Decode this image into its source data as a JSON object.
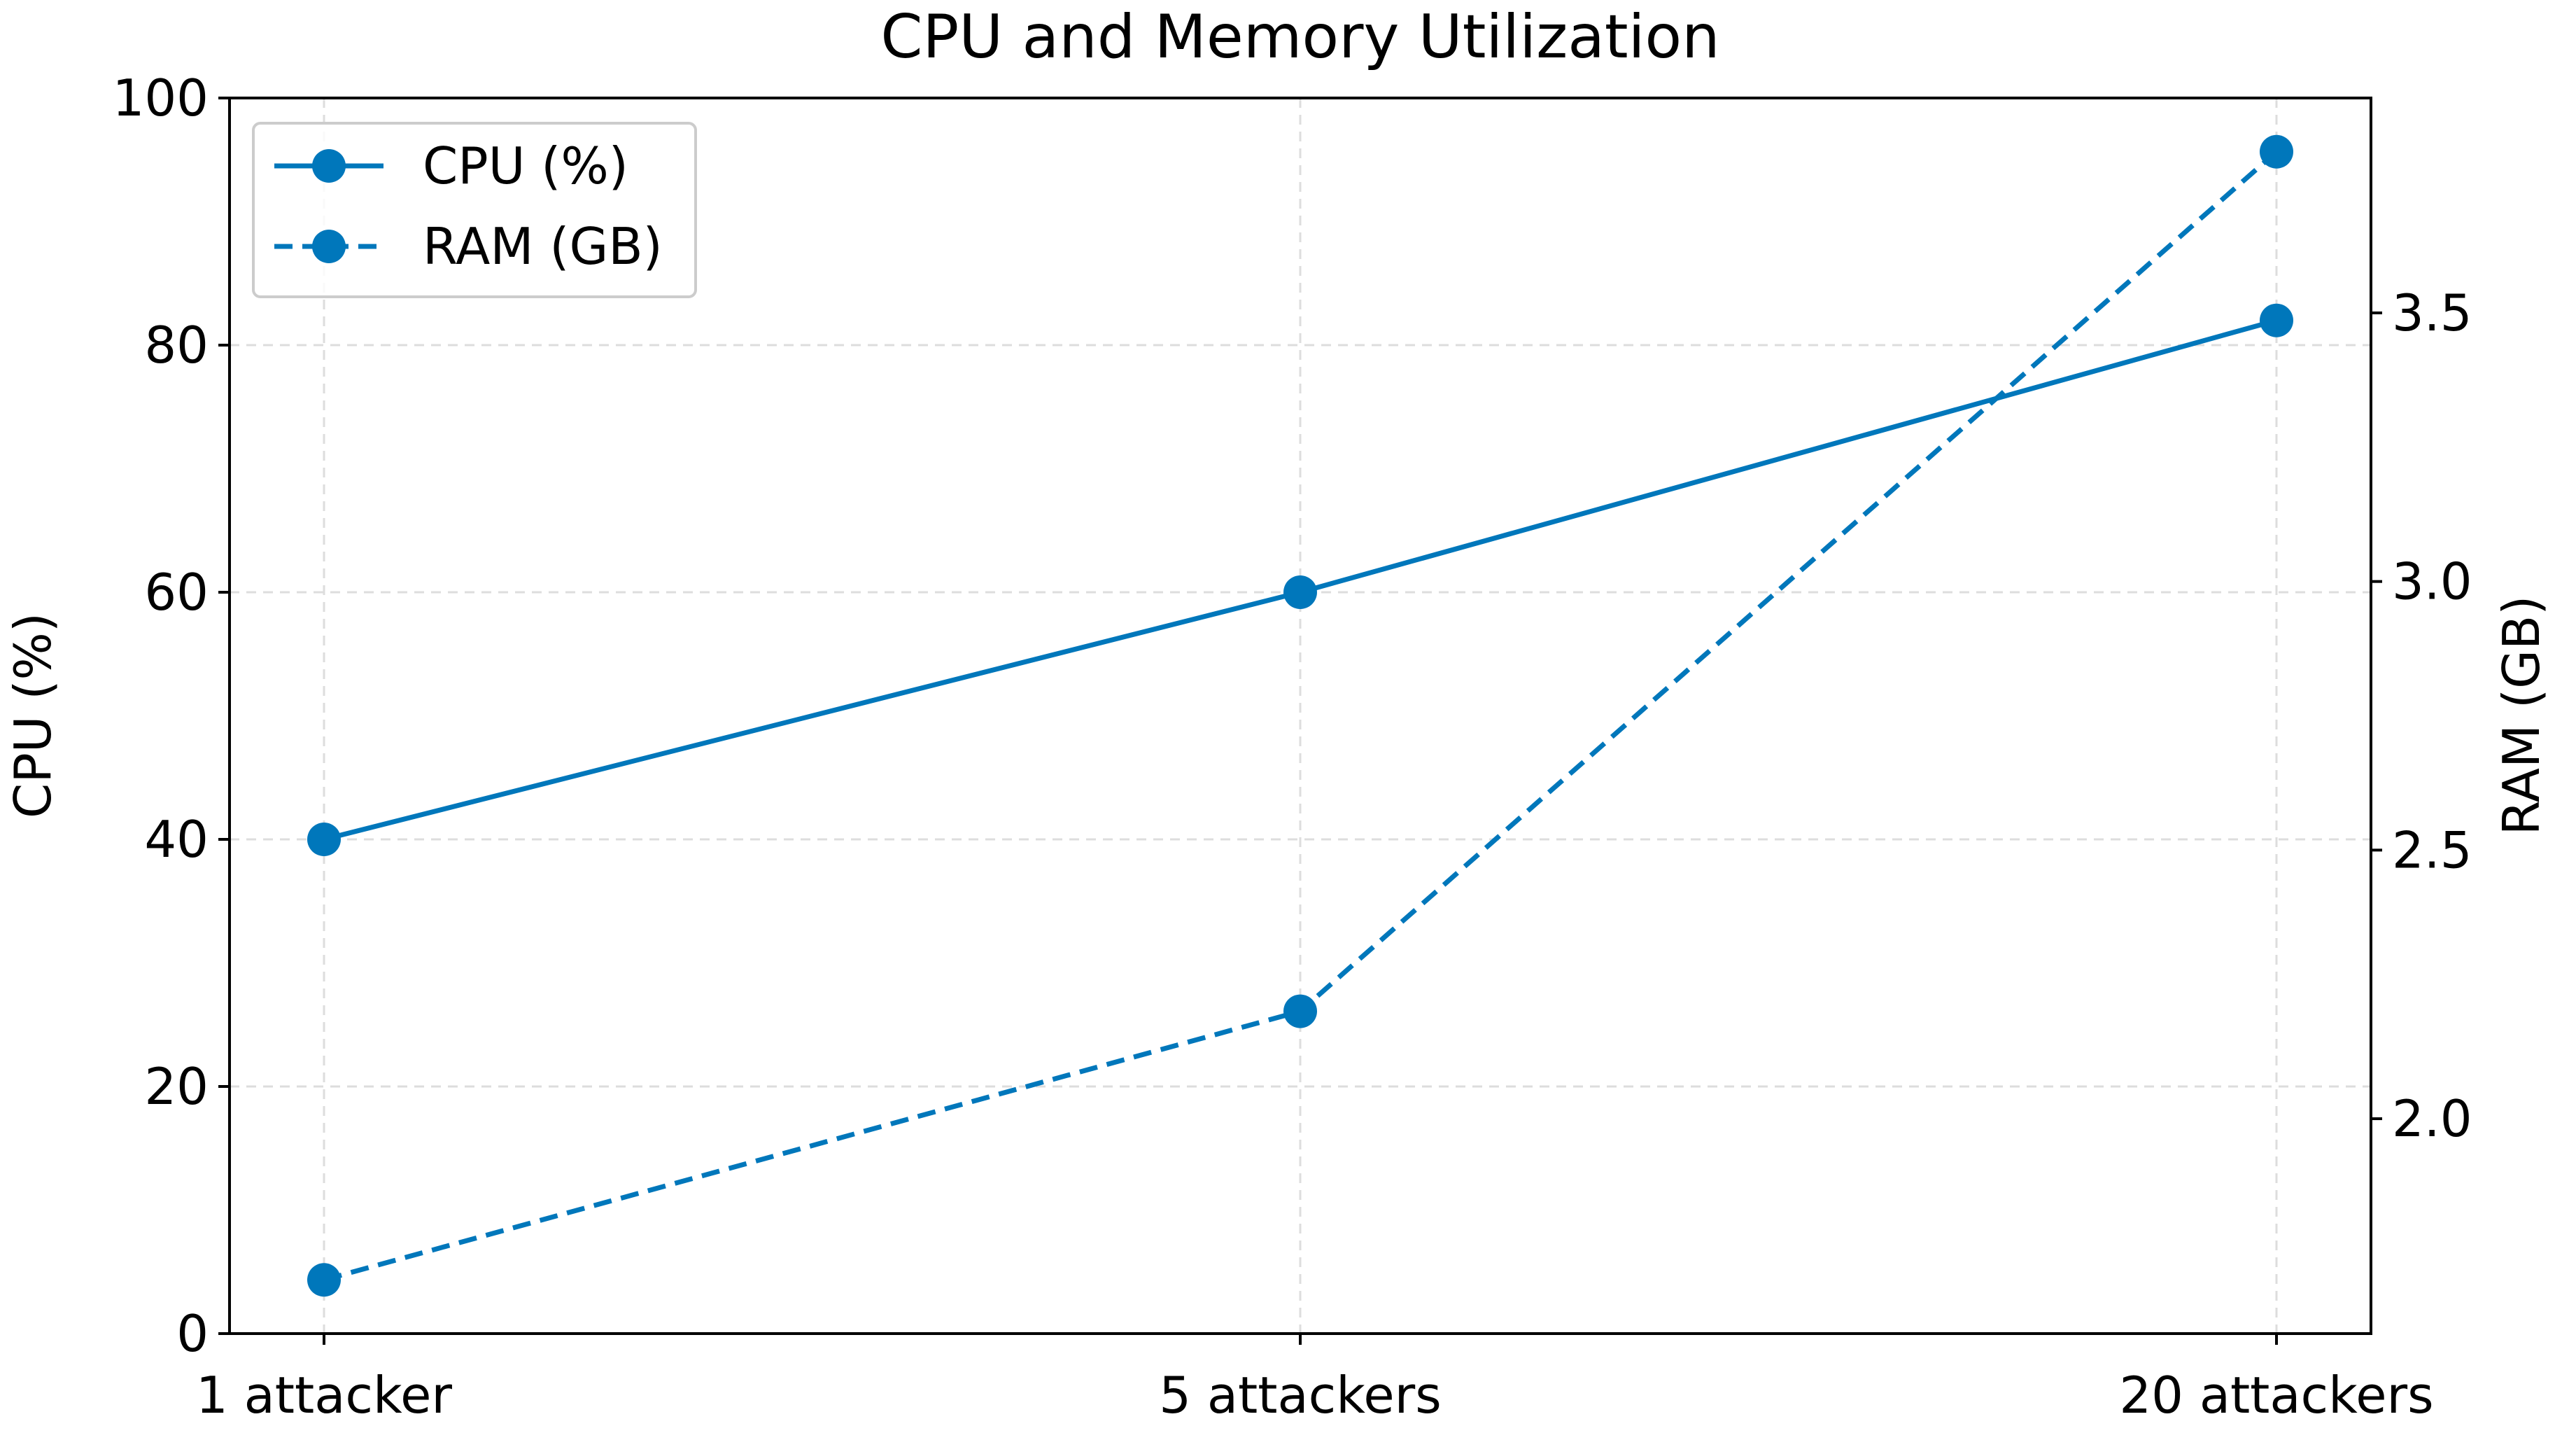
{
  "chart_data": {
    "type": "line",
    "title": "CPU and Memory Utilization",
    "categories": [
      "1 attacker",
      "5 attackers",
      "20 attackers"
    ],
    "xlabel": "",
    "ylabel": "CPU (%)",
    "y2label": "RAM (GB)",
    "ylim": [
      0,
      100
    ],
    "y2lim": [
      1.6,
      3.9
    ],
    "yticks": [
      "0",
      "20",
      "40",
      "60",
      "80",
      "100"
    ],
    "y2ticks": [
      "2.0",
      "2.5",
      "3.0",
      "3.5"
    ],
    "grid": true,
    "legend_position": "top-left",
    "series": [
      {
        "name": "CPU (%)",
        "axis": "left",
        "line_style": "solid",
        "marker": "circle",
        "color": "#0077bb",
        "values": [
          40,
          60,
          82
        ]
      },
      {
        "name": "RAM (GB)",
        "axis": "right",
        "line_style": "dashed",
        "marker": "circle",
        "color": "#0077bb",
        "values": [
          1.7,
          2.2,
          3.8
        ]
      }
    ]
  }
}
